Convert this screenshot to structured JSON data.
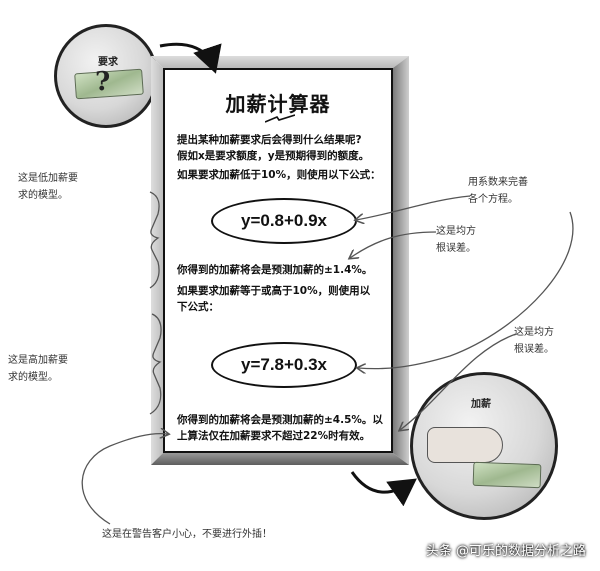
{
  "card": {
    "title": "加薪计算器",
    "intro_line1": "提出某种加薪要求后会得到什么结果呢?",
    "intro_line2": "假如x是要求额度，y是预期得到的额度。",
    "cond_low": "如果要求加薪低于10%，则使用以下公式：",
    "formula_low": "y=0.8+0.9x",
    "error_low": "你得到的加薪将会是预测加薪的±1.4%。",
    "cond_high_line1": "如果要求加薪等于或高于10%，则使用以",
    "cond_high_line2": "下公式：",
    "formula_high": "y=7.8+0.3x",
    "error_high_line1": "你得到的加薪将会是预测加薪的±4.5%。以",
    "error_high_line2": "上算法仅在加薪要求不超过22%时有效。"
  },
  "circles": {
    "request_label": "要求",
    "raise_label": "加薪"
  },
  "notes": {
    "low_model": [
      "这是低加薪要",
      "求的模型。"
    ],
    "high_model": [
      "这是高加薪要",
      "求的模型。"
    ],
    "both_equations": [
      "用系数来完善",
      "各个方程。"
    ],
    "rms_1": [
      "这是均方",
      "根误差。"
    ],
    "rms_2": [
      "这是均方",
      "根误差。"
    ],
    "warning": "这是在警告客户小心，不要进行外插！"
  },
  "watermark": "头条 @可乐的数据分析之路",
  "colors": {
    "ink": "#111111",
    "bill_green": "#9fb88f",
    "circle_gray": "#d8d8d8"
  }
}
